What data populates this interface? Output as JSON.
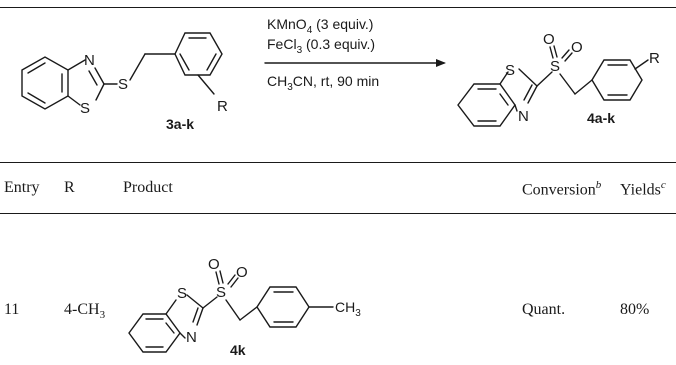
{
  "reaction": {
    "reactant_label": "3a-k",
    "product_label": "4a-k",
    "reagent_1": "KMnO",
    "reagent_1_sub": "4",
    "reagent_1_amount": " (3 equiv.)",
    "reagent_2": "FeCl",
    "reagent_2_sub": "3",
    "reagent_2_amount": " (0.3 equiv.)",
    "solvent": "CH",
    "solvent_sub": "3",
    "solvent_rest": "CN, rt, 90 min",
    "atoms": {
      "N": "N",
      "S": "S",
      "O": "O",
      "R": "R"
    }
  },
  "table": {
    "headers": {
      "entry": "Entry",
      "r": "R",
      "product": "Product",
      "conversion": "Conversion",
      "conversion_note": "b",
      "yields": "Yields",
      "yields_note": "c"
    },
    "row": {
      "entry": "11",
      "r_main": "4-CH",
      "r_sub": "3",
      "product_label": "4k",
      "substituent": "CH",
      "substituent_sub": "3",
      "conversion": "Quant.",
      "yield": "80%"
    }
  }
}
